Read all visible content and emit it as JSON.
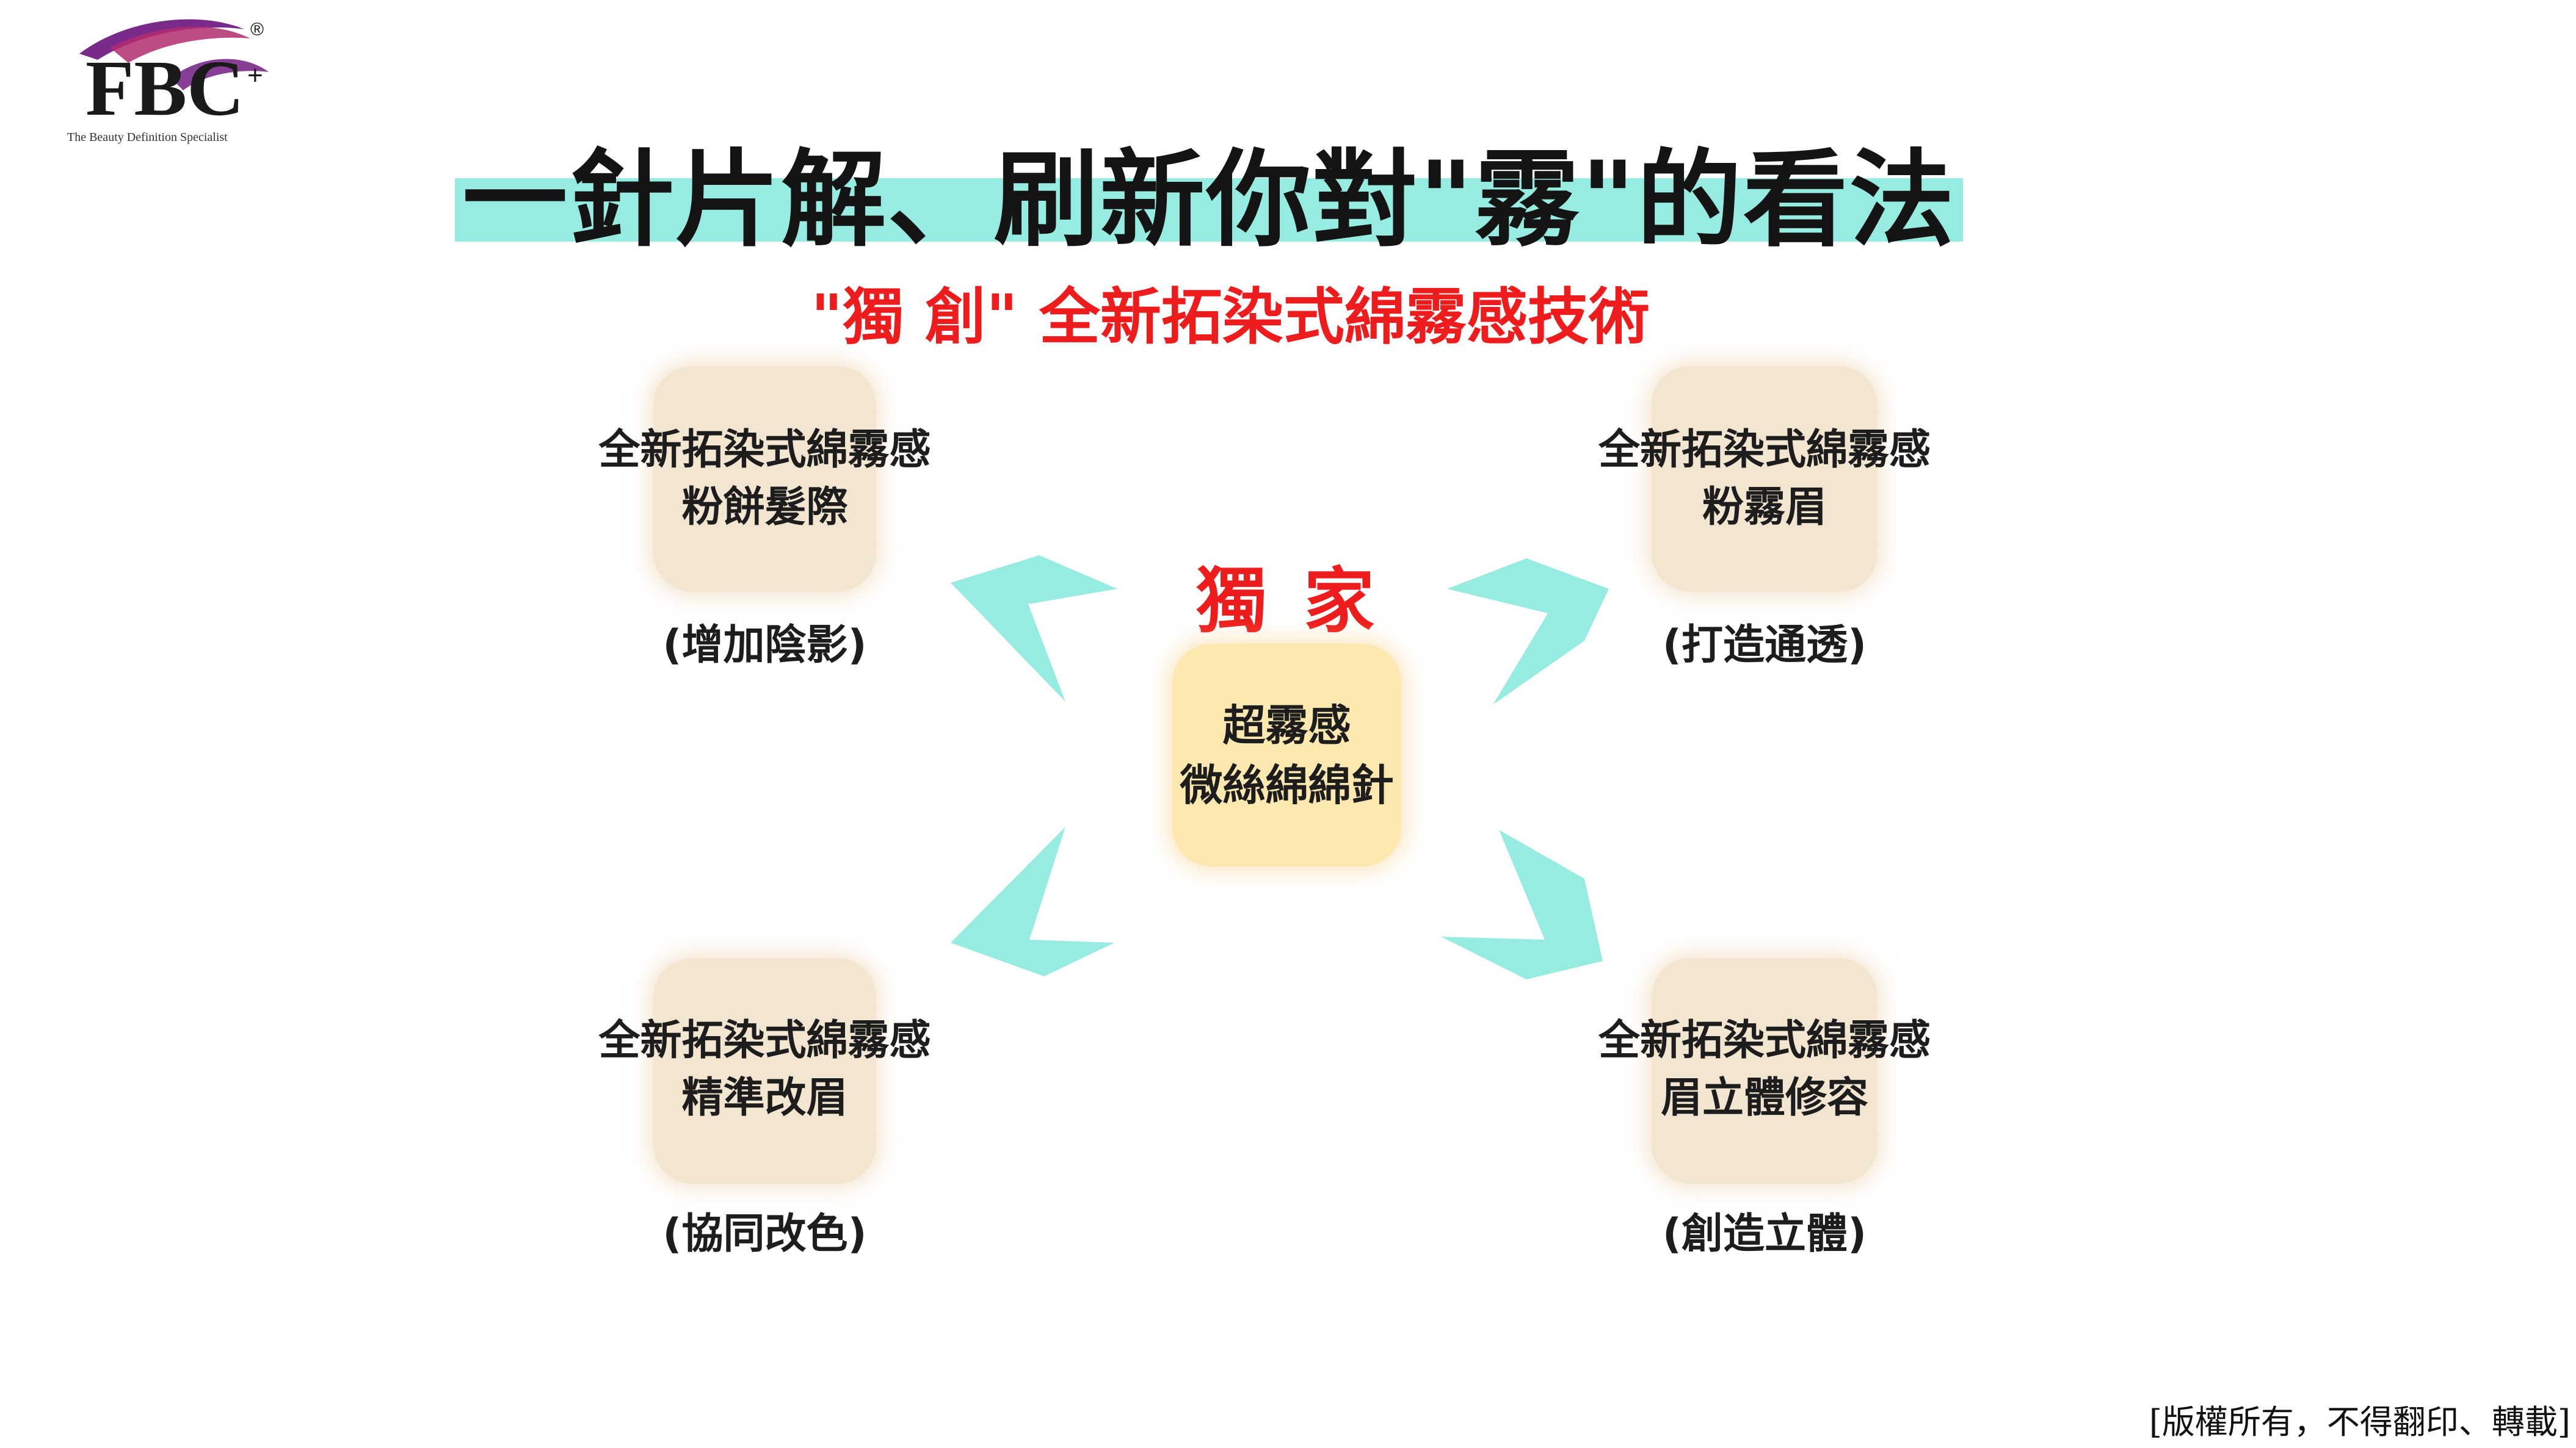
{
  "logo": {
    "text": "FBC",
    "subtitle": "The Beauty Definition Specialist",
    "registered": "®",
    "colors": {
      "primary": "#1a1a1a",
      "accent": "#7a2a8a",
      "accent2": "#b32d6e"
    }
  },
  "title": "一針片解、刷新你對\"霧\"的看法",
  "subtitle": "\"獨 創\" 全新拓染式綿霧感技術",
  "center": {
    "label": "獨 家",
    "line1": "超霧感",
    "line2": "微絲綿綿針"
  },
  "nodes": {
    "top_left": {
      "line1": "全新拓染式綿霧感",
      "line2": "粉餅髮際",
      "caption": "(增加陰影)"
    },
    "top_right": {
      "line1": "全新拓染式綿霧感",
      "line2": "粉霧眉",
      "caption": "(打造通透)"
    },
    "bottom_left": {
      "line1": "全新拓染式綿霧感",
      "line2": "精準改眉",
      "caption": "(協同改色)"
    },
    "bottom_right": {
      "line1": "全新拓染式綿霧感",
      "line2": "眉立體修容",
      "caption": "(創造立體)"
    }
  },
  "copyright": "[版權所有，不得翻印、轉載]",
  "colors": {
    "title_band": "#96ece0",
    "arrow": "#96ece0",
    "red": "#ee1c1c",
    "node_box": "#f3e6d1",
    "center_box": "#fde9b0"
  }
}
